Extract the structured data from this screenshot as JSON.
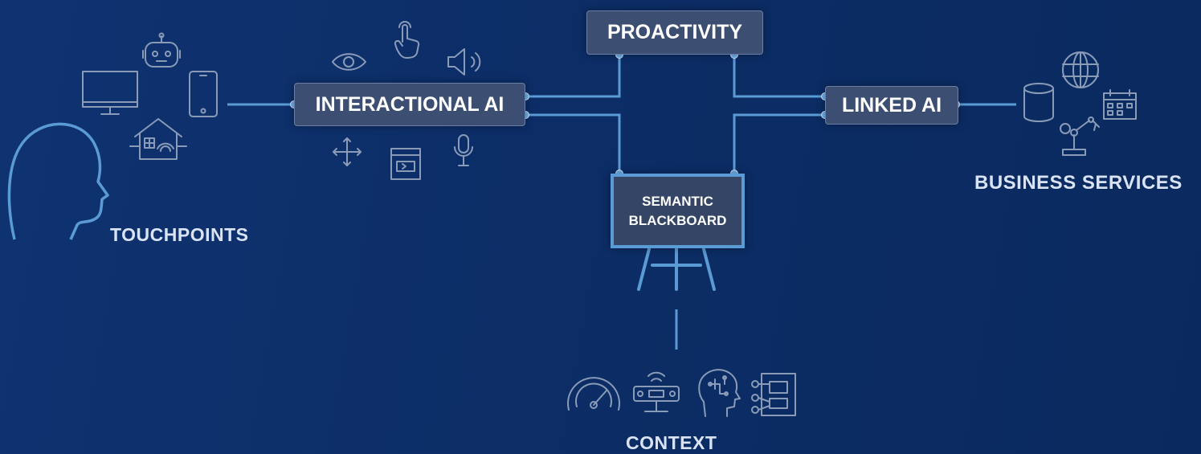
{
  "nodes": {
    "interactional_ai": "INTERACTIONAL AI",
    "proactivity": "PROACTIVITY",
    "linked_ai": "LINKED AI",
    "semantic_blackboard_line1": "SEMANTIC",
    "semantic_blackboard_line2": "BLACKBOARD"
  },
  "labels": {
    "touchpoints": "TOUCHPOINTS",
    "business_services": "BUSINESS SERVICES",
    "context": "CONTEXT"
  },
  "icons": {
    "touchpoints": [
      "head-profile-icon",
      "monitor-icon",
      "robot-icon",
      "tablet-icon",
      "smart-home-icon"
    ],
    "interaction": [
      "eye-icon",
      "touch-hand-icon",
      "speaker-icon",
      "move-arrows-icon",
      "window-icon",
      "microphone-icon"
    ],
    "business": [
      "database-icon",
      "globe-icon",
      "calendar-icon",
      "robot-arm-icon"
    ],
    "context": [
      "gauge-icon",
      "sensor-icon",
      "brain-icon",
      "circuit-board-icon"
    ]
  },
  "colors": {
    "background": "#0c2d66",
    "line": "#5b9bd5",
    "box": "#3c4f72",
    "blackboard": "#344566",
    "text": "#ffffff",
    "icon": "#8a9bb8"
  }
}
